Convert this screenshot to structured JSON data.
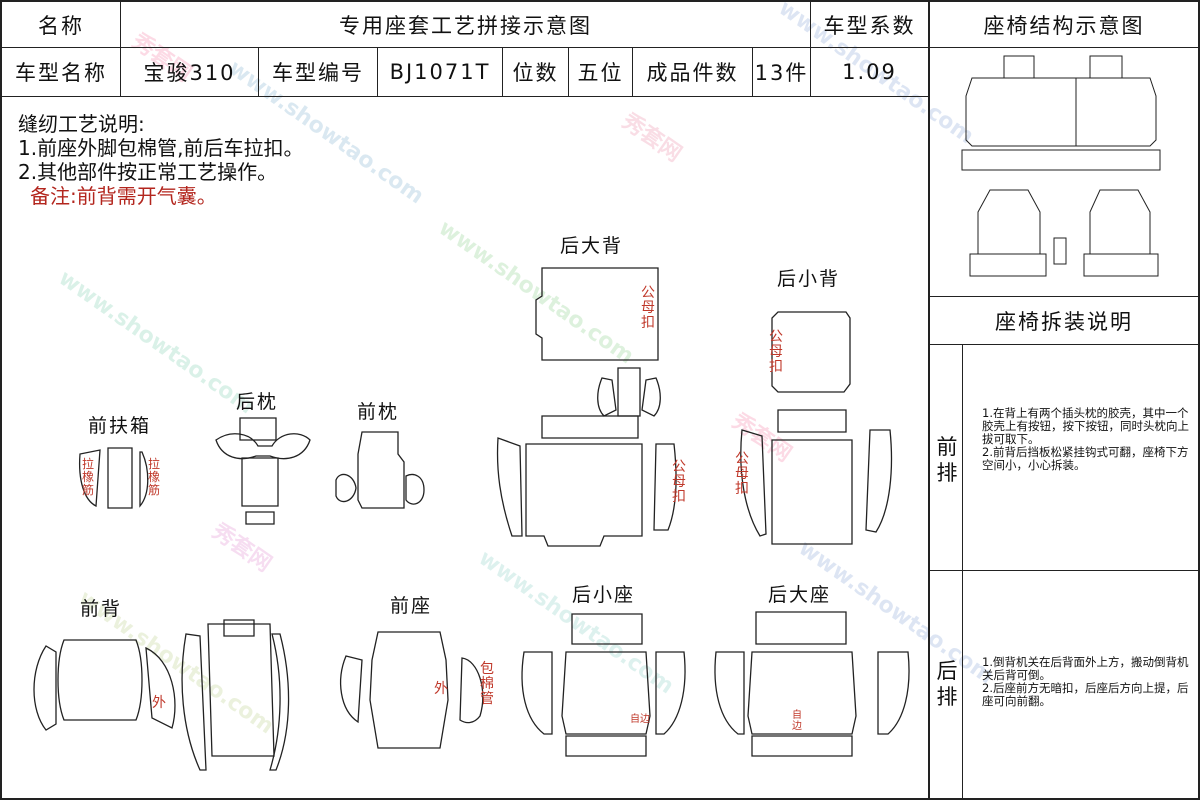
{
  "header": {
    "name_label": "名称",
    "title": "专用座套工艺拼接示意图",
    "coef_label": "车型系数",
    "structure_title": "座椅结构示意图"
  },
  "info": {
    "model_name_label": "车型名称",
    "model_name": "宝骏310",
    "model_code_label": "车型编号",
    "model_code": "BJ1071T",
    "seats_label": "位数",
    "seats": "五位",
    "pieces_label": "成品件数",
    "pieces": "13件",
    "coef_value": "1.09"
  },
  "notes": {
    "title": "缝纫工艺说明:",
    "line1": "1.前座外脚包棉管,前后车拉扣。",
    "line2": "2.其他部件按正常工艺操作。",
    "remark": "备注:前背需开气囊。"
  },
  "parts": {
    "rear_big_back": "后大背",
    "rear_small_back": "后小背",
    "front_armrest": "前扶箱",
    "rear_headrest": "后枕",
    "front_headrest": "前枕",
    "front_back": "前背",
    "front_seat": "前座",
    "rear_small_seat": "后小座",
    "rear_big_seat": "后大座"
  },
  "annotations": {
    "buckle": "公\n母\n扣",
    "elastic": "拉\n橡\n筋",
    "outer": "外",
    "wrap_pipe": "包\n棉\n管",
    "self_edge": "自边",
    "self_edge_v": "自\n边"
  },
  "side": {
    "disassembly_title": "座椅拆装说明",
    "front_row_label": "前\n排",
    "front_row_text": "1.在背上有两个插头枕的胶壳，其中一个胶壳上有按钮，按下按钮，同时头枕向上拔可取下。\n2.前背后挡板松紧挂钩式可翻，座椅下方空间小，小心拆装。",
    "rear_row_label": "后\n排",
    "rear_row_text": "1.倒背机关在后背面外上方，搬动倒背机关后背可倒。\n2.后座前方无暗扣，后座后方向上提，后座可向前翻。"
  },
  "watermark": {
    "brand": "秀套网",
    "site": "www.showtao.com"
  },
  "colors": {
    "line": "#222222",
    "annotation_red": "#c0392b",
    "remark_red": "#b3261e"
  }
}
